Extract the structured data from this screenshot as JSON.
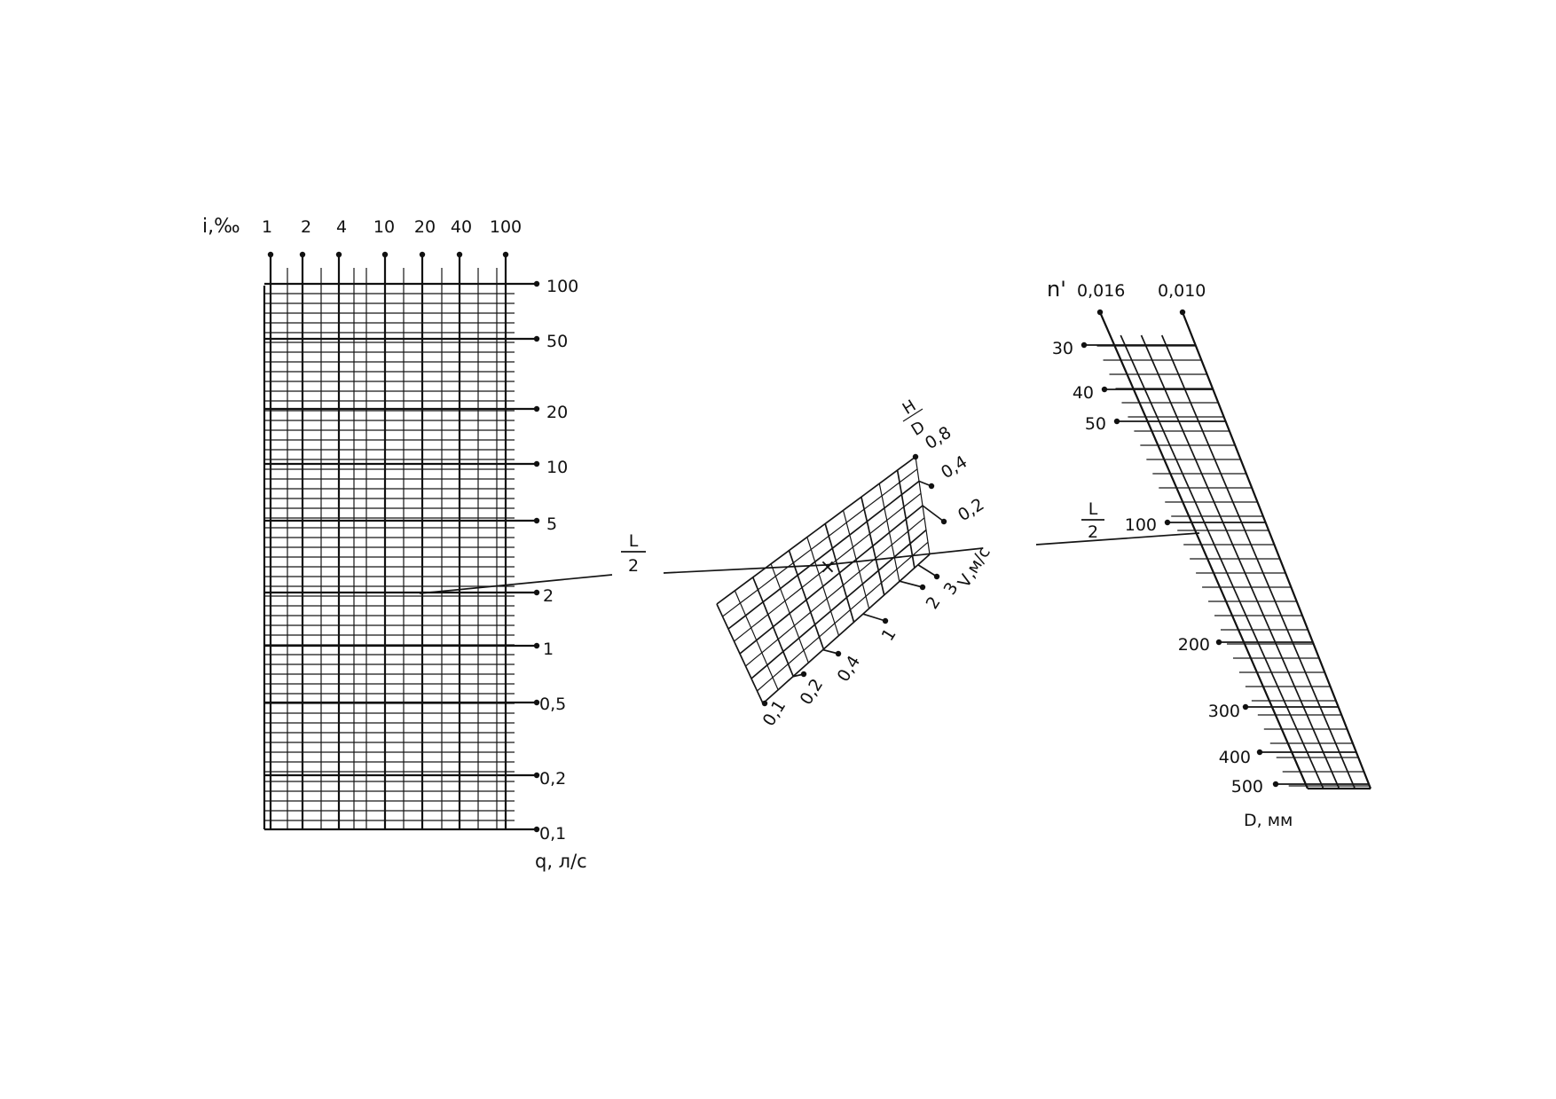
{
  "nomogram": {
    "left_grid": {
      "i_axis": {
        "label": "i,‰",
        "ticks": [
          "1",
          "2",
          "4",
          "10",
          "20",
          "40",
          "100"
        ]
      },
      "q_axis": {
        "label": "q, л/с",
        "ticks": [
          "100",
          "50",
          "20",
          "10",
          "5",
          "2",
          "1",
          "0,5",
          "0,2",
          "0,1"
        ]
      }
    },
    "connectors": {
      "left_fraction": {
        "numerator": "L",
        "denominator": "2"
      },
      "right_fraction": {
        "numerator": "L",
        "denominator": "2"
      }
    },
    "middle_grid": {
      "hd_label": {
        "numerator": "H",
        "denominator": "D"
      },
      "hd_ticks": [
        "0,8",
        "0,4",
        "0,2"
      ],
      "v_label": "V,м/с",
      "v_ticks": [
        "0,1",
        "0,2",
        "0,4",
        "1",
        "2",
        "3"
      ],
      "crossing_mark": "×"
    },
    "right_grid": {
      "n_axis": {
        "label": "n'",
        "ticks": [
          "0,016",
          "0,010"
        ]
      },
      "d_axis": {
        "label": "D, мм",
        "ticks": [
          "30",
          "40",
          "50",
          "100",
          "200",
          "300",
          "400",
          "500"
        ]
      }
    }
  }
}
